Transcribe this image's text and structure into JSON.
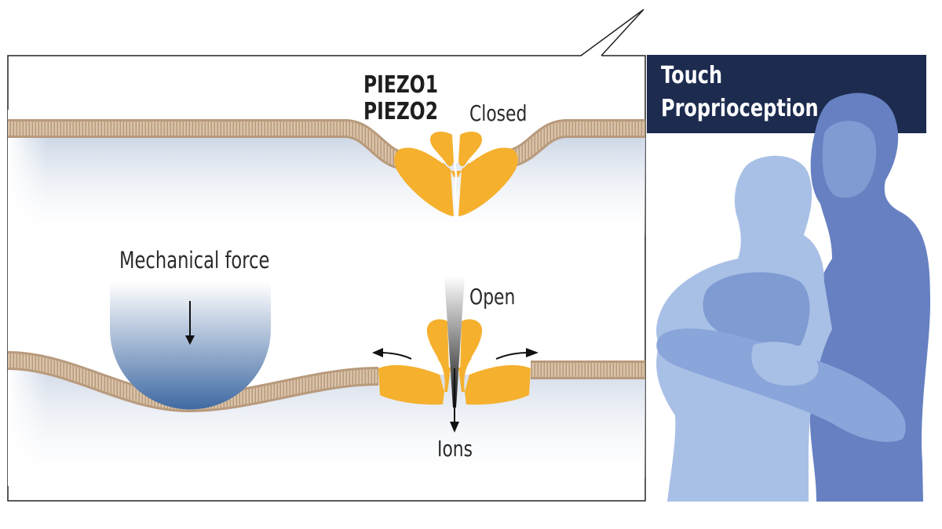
{
  "labels": {
    "gene_1": "PIEZO1",
    "gene_2": "PIEZO2",
    "closed": "Closed",
    "open": "Open",
    "force": "Mechanical force",
    "ions": "Ions"
  },
  "banner": {
    "line_1": "Touch",
    "line_2": "Proprioception"
  },
  "colors": {
    "channel": "#f5b02e",
    "membrane": "#b89a7c",
    "cytoplasm": "#dbe3ee",
    "banner": "#1d2b4f",
    "figures_light": "#a9c0e6",
    "figures_mid": "#7f9bd2",
    "figures_dark": "#6680c2"
  }
}
